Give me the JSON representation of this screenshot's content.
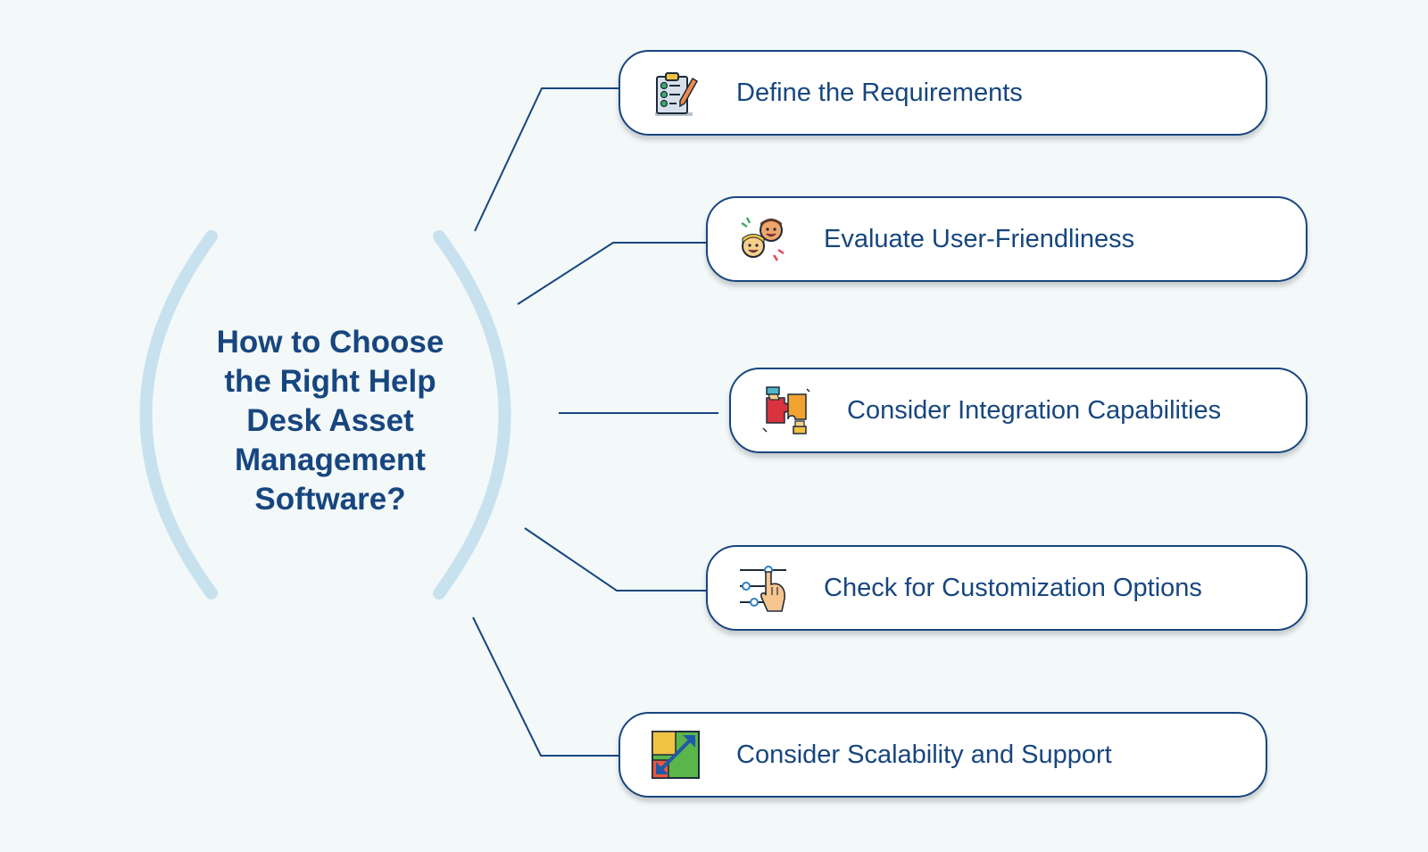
{
  "title_lines": [
    "How to Choose",
    "the Right Help",
    "Desk Asset",
    "Management",
    "Software?"
  ],
  "steps": [
    {
      "label": "Define the Requirements",
      "icon": "checklist-clipboard-icon"
    },
    {
      "label": "Evaluate User-Friendliness",
      "icon": "happy-faces-icon"
    },
    {
      "label": "Consider Integration Capabilities",
      "icon": "puzzle-hands-icon"
    },
    {
      "label": "Check for Customization Options",
      "icon": "slider-tap-hand-icon"
    },
    {
      "label": "Consider Scalability and Support",
      "icon": "resize-arrow-chart-icon"
    }
  ],
  "colors": {
    "text": "#17467f",
    "line": "#17467f",
    "bracket": "#c8e1ef",
    "background": "#f3f8f9",
    "card": "#ffffff"
  }
}
